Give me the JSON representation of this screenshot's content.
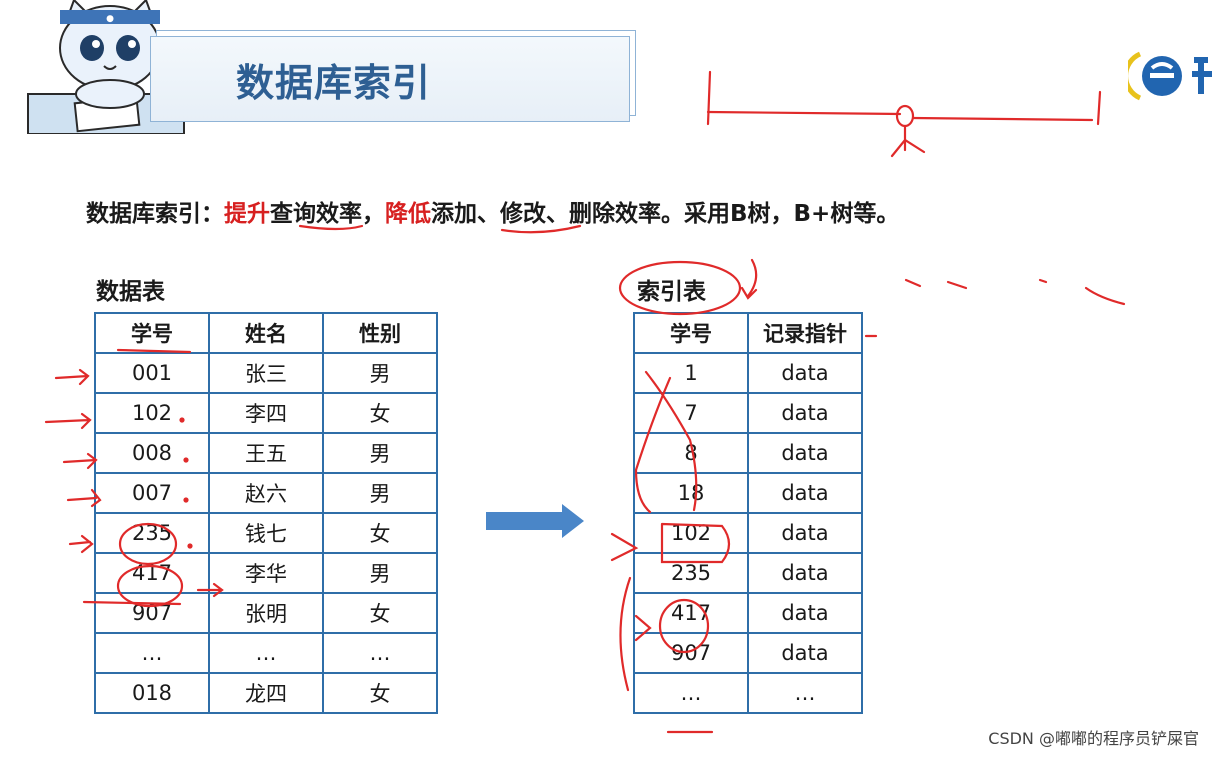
{
  "header": {
    "title": "数据库索引"
  },
  "subtitle": {
    "prefix": "数据库索引：",
    "improve": "提升",
    "improve_rest": "查询效率，",
    "reduce": "降低",
    "reduce_rest": "添加、修改、删除效率。采用B树，B+树等。"
  },
  "data_table": {
    "caption": "数据表",
    "headers": [
      "学号",
      "姓名",
      "性别"
    ],
    "rows": [
      [
        "001",
        "张三",
        "男"
      ],
      [
        "102",
        "李四",
        "女"
      ],
      [
        "008",
        "王五",
        "男"
      ],
      [
        "007",
        "赵六",
        "男"
      ],
      [
        "235",
        "钱七",
        "女"
      ],
      [
        "417",
        "李华",
        "男"
      ],
      [
        "907",
        "张明",
        "女"
      ],
      [
        "…",
        "…",
        "…"
      ],
      [
        "018",
        "龙四",
        "女"
      ]
    ]
  },
  "index_table": {
    "caption": "索引表",
    "headers": [
      "学号",
      "记录指针"
    ],
    "rows": [
      [
        "1",
        "data"
      ],
      [
        "7",
        "data"
      ],
      [
        "8",
        "data"
      ],
      [
        "18",
        "data"
      ],
      [
        "102",
        "data"
      ],
      [
        "235",
        "data"
      ],
      [
        "417",
        "data"
      ],
      [
        "907",
        "data"
      ],
      [
        "…",
        "…"
      ]
    ]
  },
  "watermark": "CSDN @嘟嘟的程序员铲屎官",
  "colors": {
    "accent": "#2e5f93",
    "border": "#2f6ea8",
    "highlight": "#d72020",
    "arrow": "#4a86c8"
  },
  "icons": {
    "mascot": "cat-mascot-icon",
    "logo": "brand-logo-icon",
    "arrow": "right-arrow-icon"
  }
}
